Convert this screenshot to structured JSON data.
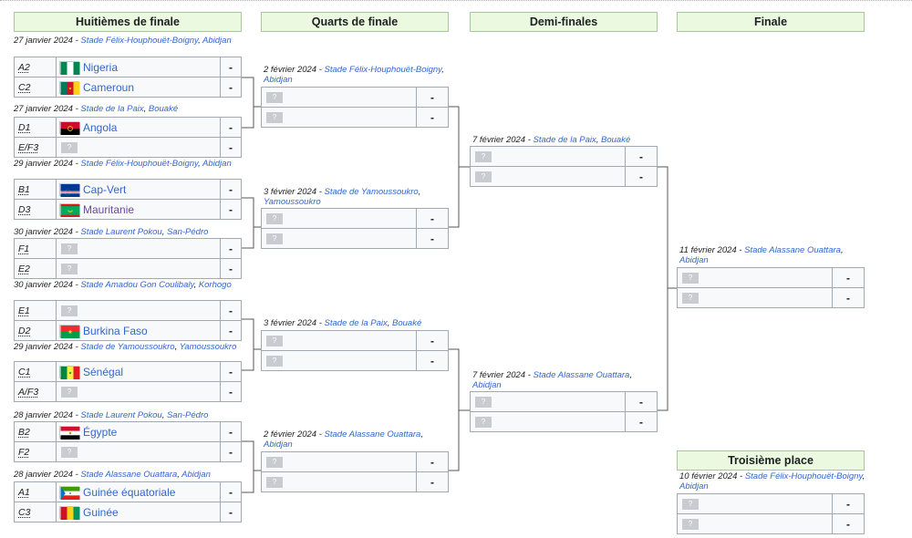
{
  "headers": {
    "r16": "Huitièmes de finale",
    "qf": "Quarts de finale",
    "sf": "Demi-finales",
    "final": "Finale",
    "third": "Troisième place"
  },
  "r16": [
    {
      "date": "27 janvier 2024",
      "venue": "Stade Félix-Houphouët-Boigny",
      "city": "Abidjan",
      "teams": [
        {
          "seed": "A2",
          "name": "Nigeria",
          "score": "-"
        },
        {
          "seed": "C2",
          "name": "Cameroun",
          "score": "-"
        }
      ]
    },
    {
      "date": "27 janvier 2024",
      "venue": "Stade de la Paix",
      "city": "Bouaké",
      "teams": [
        {
          "seed": "D1",
          "name": "Angola",
          "score": "-"
        },
        {
          "seed": "E/F3",
          "name": "?",
          "score": "-"
        }
      ]
    },
    {
      "date": "29 janvier 2024",
      "venue": "Stade Félix-Houphouët-Boigny",
      "city": "Abidjan",
      "teams": [
        {
          "seed": "B1",
          "name": "Cap-Vert",
          "score": "-"
        },
        {
          "seed": "D3",
          "name": "Mauritanie",
          "score": "-"
        }
      ]
    },
    {
      "date": "30 janvier 2024",
      "venue": "Stade Laurent Pokou",
      "city": "San-Pédro",
      "teams": [
        {
          "seed": "F1",
          "name": "?",
          "score": "-"
        },
        {
          "seed": "E2",
          "name": "?",
          "score": "-"
        }
      ]
    },
    {
      "date": "30 janvier 2024",
      "venue": "Stade Amadou Gon Coulibaly",
      "city": "Korhogo",
      "teams": [
        {
          "seed": "E1",
          "name": "?",
          "score": "-"
        },
        {
          "seed": "D2",
          "name": "Burkina Faso",
          "score": "-"
        }
      ]
    },
    {
      "date": "29 janvier 2024",
      "venue": "Stade de Yamoussoukro",
      "city": "Yamoussoukro",
      "teams": [
        {
          "seed": "C1",
          "name": "Sénégal",
          "score": "-"
        },
        {
          "seed": "A/F3",
          "name": "?",
          "score": "-"
        }
      ]
    },
    {
      "date": "28 janvier 2024",
      "venue": "Stade Laurent Pokou",
      "city": "San-Pédro",
      "teams": [
        {
          "seed": "B2",
          "name": "Égypte",
          "score": "-"
        },
        {
          "seed": "F2",
          "name": "?",
          "score": "-"
        }
      ]
    },
    {
      "date": "28 janvier 2024",
      "venue": "Stade Alassane Ouattara",
      "city": "Abidjan",
      "teams": [
        {
          "seed": "A1",
          "name": "Guinée équatoriale",
          "score": "-"
        },
        {
          "seed": "C3",
          "name": "Guinée",
          "score": "-"
        }
      ]
    }
  ],
  "qf": [
    {
      "date": "2 février 2024",
      "venue": "Stade Félix-Houphouët-Boigny",
      "city": "Abidjan",
      "teams": [
        {
          "name": "?",
          "score": "-"
        },
        {
          "name": "?",
          "score": "-"
        }
      ]
    },
    {
      "date": "3 février 2024",
      "venue": "Stade de Yamoussoukro",
      "city": "Yamoussoukro",
      "teams": [
        {
          "name": "?",
          "score": "-"
        },
        {
          "name": "?",
          "score": "-"
        }
      ]
    },
    {
      "date": "3 février 2024",
      "venue": "Stade de la Paix",
      "city": "Bouaké",
      "teams": [
        {
          "name": "?",
          "score": "-"
        },
        {
          "name": "?",
          "score": "-"
        }
      ]
    },
    {
      "date": "2 février 2024",
      "venue": "Stade Alassane Ouattara",
      "city": "Abidjan",
      "teams": [
        {
          "name": "?",
          "score": "-"
        },
        {
          "name": "?",
          "score": "-"
        }
      ]
    }
  ],
  "sf": [
    {
      "date": "7 février 2024",
      "venue": "Stade de la Paix",
      "city": "Bouaké",
      "teams": [
        {
          "name": "?",
          "score": "-"
        },
        {
          "name": "?",
          "score": "-"
        }
      ]
    },
    {
      "date": "7 février 2024",
      "venue": "Stade Alassane Ouattara",
      "city": "Abidjan",
      "teams": [
        {
          "name": "?",
          "score": "-"
        },
        {
          "name": "?",
          "score": "-"
        }
      ]
    }
  ],
  "final": {
    "date": "11 février 2024",
    "venue": "Stade Alassane Ouattara",
    "city": "Abidjan",
    "teams": [
      {
        "name": "?",
        "score": "-"
      },
      {
        "name": "?",
        "score": "-"
      }
    ]
  },
  "third": {
    "date": "10 février 2024",
    "venue": "Stade Félix-Houphouët-Boigny",
    "city": "Abidjan",
    "teams": [
      {
        "name": "?",
        "score": "-"
      },
      {
        "name": "?",
        "score": "-"
      }
    ]
  },
  "colors": {
    "header_bg": "#eaf9e0",
    "link": "#3366cc",
    "visited": "#6b4ba1"
  }
}
